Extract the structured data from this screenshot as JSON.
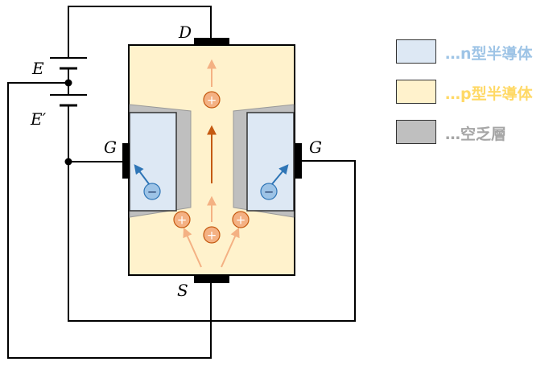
{
  "labels": {
    "drain": "D",
    "source": "S",
    "gate_left": "G",
    "gate_right": "G",
    "battery_e": "E",
    "battery_e_prime": "E′"
  },
  "carriers": {
    "hole": "+",
    "electron": "−"
  },
  "legend": [
    {
      "text": "…n型半導体",
      "swatch_color": "#dde8f4",
      "text_color": "#9ec4e6"
    },
    {
      "text": "…p型半導体",
      "swatch_color": "#fff2cc",
      "text_color": "#ffd966"
    },
    {
      "text": "…空乏層",
      "swatch_color": "#bfbfbf",
      "text_color": "#a6a6a6"
    }
  ],
  "colors": {
    "p_type": "#fff2cc",
    "n_type": "#dde8f4",
    "depletion": "#bfbfbf",
    "hole_fill": "#f4b183",
    "hole_stroke": "#c55a11",
    "electron_fill": "#9dc3e6",
    "electron_stroke": "#2e75b6",
    "arrow_light": "#f4b183",
    "arrow_dark": "#c55a11",
    "arrow_blue": "#2e75b6"
  }
}
